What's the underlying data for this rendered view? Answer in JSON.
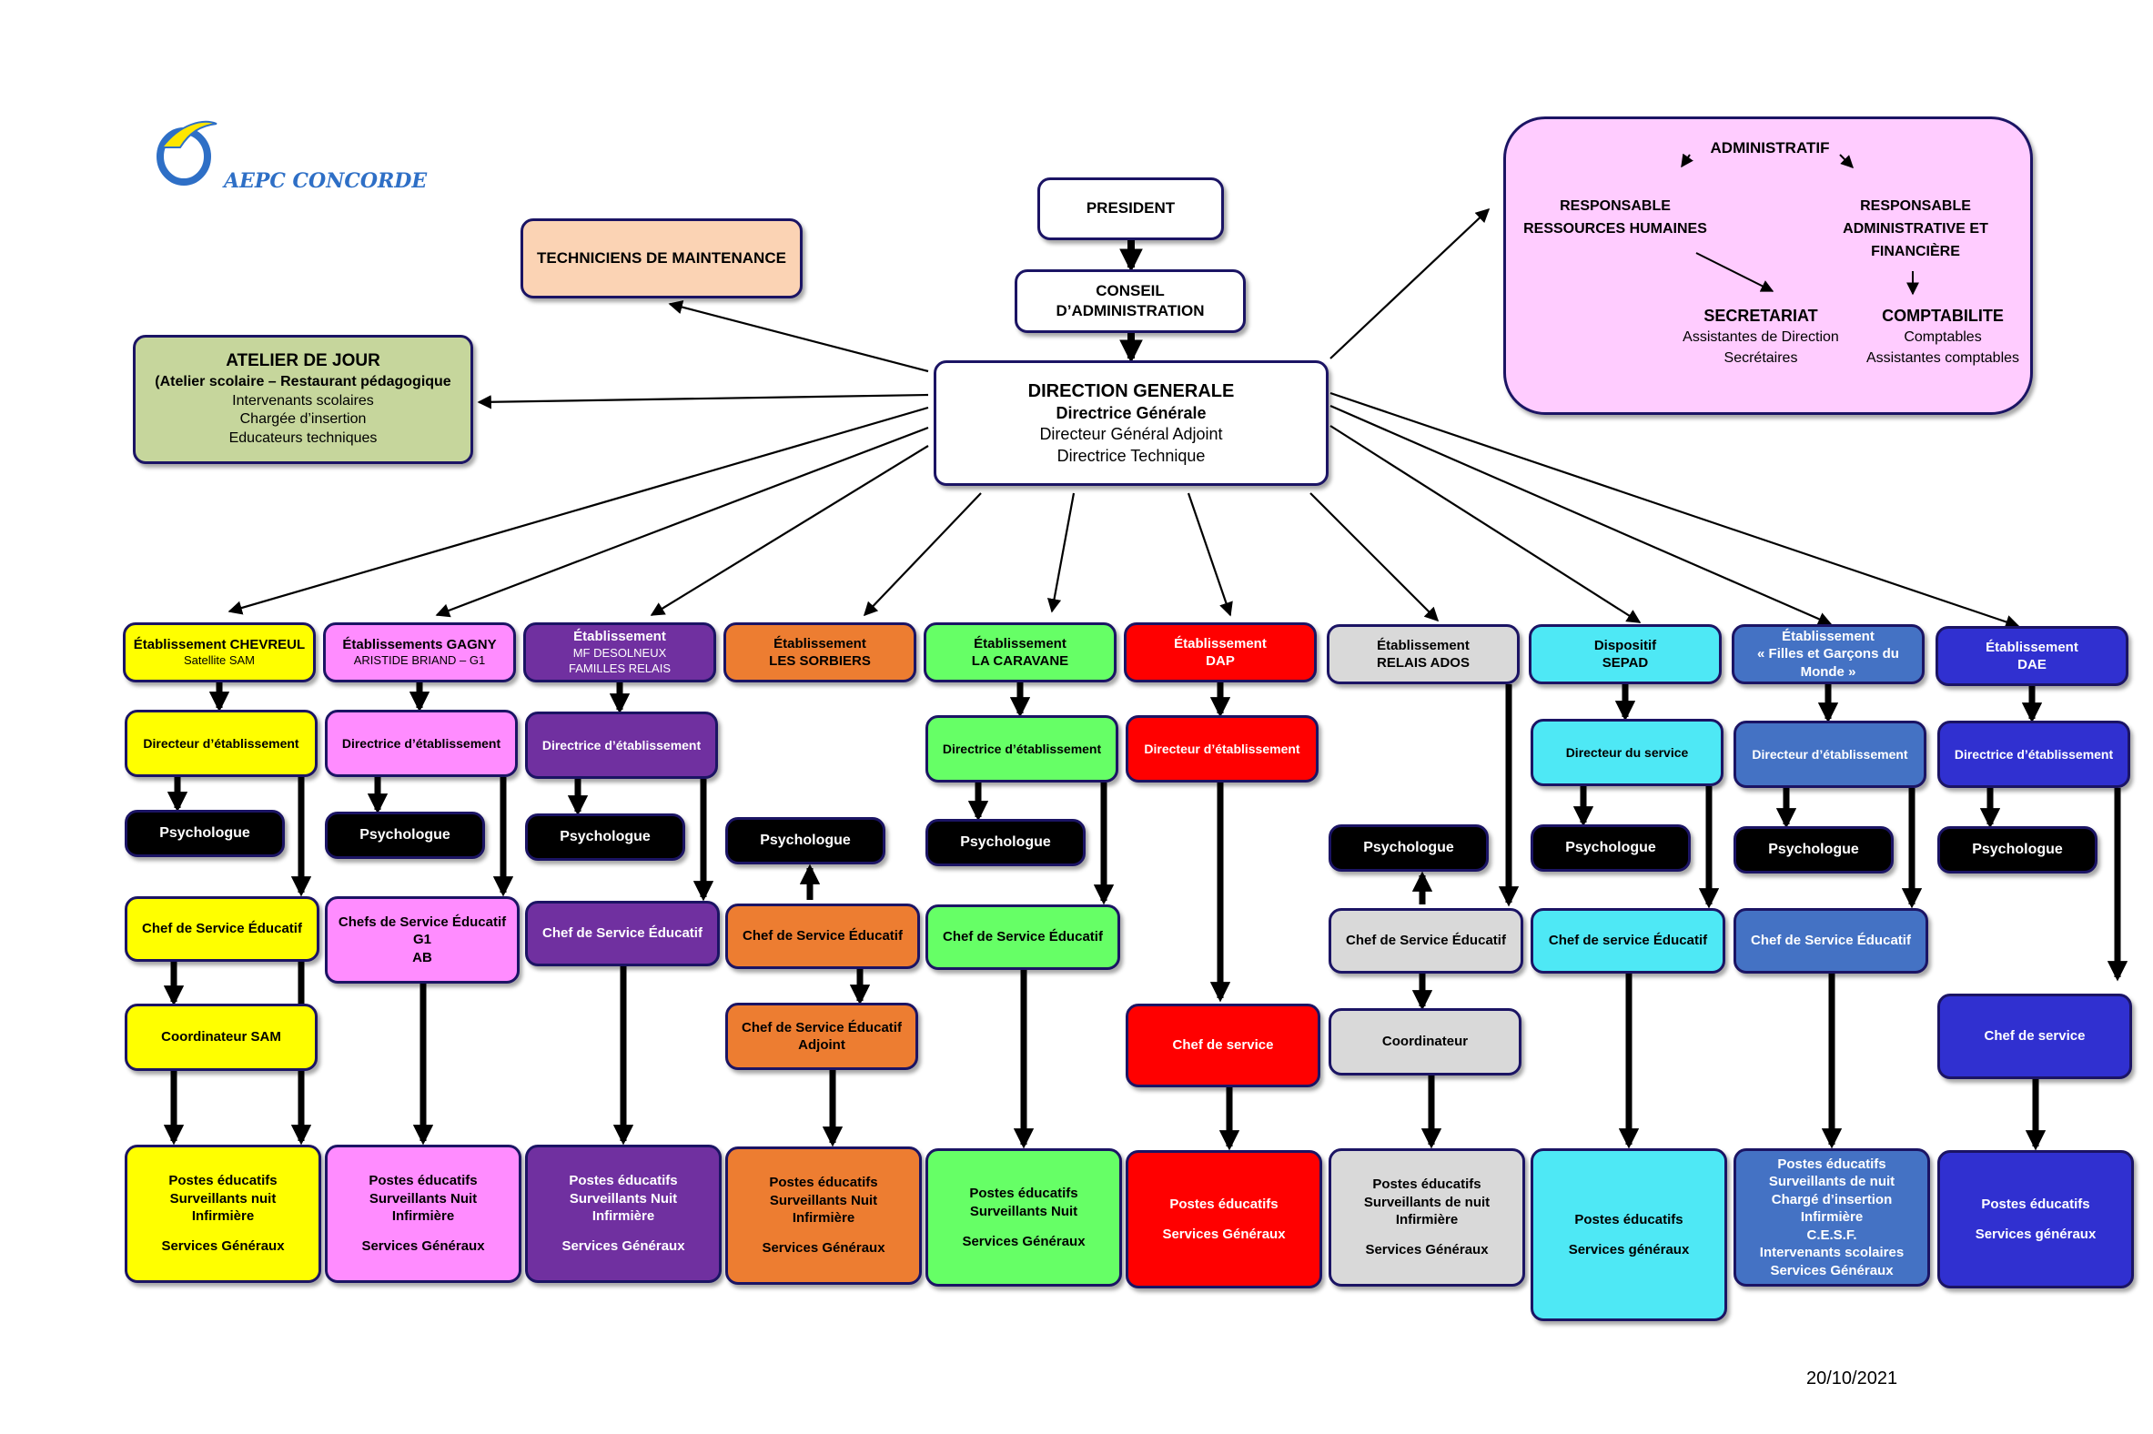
{
  "logo": {
    "text": "AEPC CONCORDE"
  },
  "date": "20/10/2021",
  "top": {
    "president": "PRESIDENT",
    "conseil": [
      "CONSEIL",
      "D’ADMINISTRATION"
    ],
    "direction": {
      "title": "DIRECTION GENERALE",
      "lines": [
        "Directrice Générale",
        "Directeur Général Adjoint",
        "Directrice Technique"
      ]
    },
    "techniciens": "TECHNICIENS DE MAINTENANCE",
    "atelier": {
      "title": "ATELIER DE JOUR",
      "subtitle": "(Atelier scolaire – Restaurant pédagogique",
      "lines": [
        "Intervenants scolaires",
        "Chargée d’insertion",
        "Educateurs techniques"
      ]
    },
    "administratif": {
      "title": "ADMINISTRATIF",
      "rh": [
        "RESPONSABLE",
        "RESSOURCES HUMAINES"
      ],
      "raf": [
        "RESPONSABLE",
        "ADMINISTRATIVE ET",
        "FINANCIÈRE"
      ],
      "secretariat": {
        "title": "SECRETARIAT",
        "lines": [
          "Assistantes de Direction",
          "Secrétaires"
        ]
      },
      "comptabilite": {
        "title": "COMPTABILITE",
        "lines": [
          "Comptables",
          "Assistantes comptables"
        ]
      }
    }
  },
  "columns": [
    {
      "color": "#ffff00",
      "header": [
        "Établissement CHEVREUL",
        "Satellite SAM"
      ],
      "director": "Directeur d’établissement",
      "psy": "Psychologue",
      "chef": [
        "Chef de Service Éducatif"
      ],
      "extra": [
        "Coordinateur SAM"
      ],
      "postes": [
        "Postes éducatifs",
        "Surveillants nuit",
        "Infirmière",
        "",
        "Services Généraux"
      ]
    },
    {
      "color": "#ff8cff",
      "header": [
        "Établissements GAGNY",
        "ARISTIDE BRIAND – G1"
      ],
      "director": "Directrice d’établissement",
      "psy": "Psychologue",
      "chef": [
        "Chefs de Service Éducatif",
        "G1",
        "AB"
      ],
      "postes": [
        "Postes éducatifs",
        "Surveillants Nuit",
        "Infirmière",
        "",
        "Services Généraux"
      ]
    },
    {
      "color": "#7030a0",
      "header": [
        "Établissement",
        "MF DESOLNEUX",
        "FAMILLES RELAIS"
      ],
      "director": "Directrice d’établissement",
      "psy": "Psychologue",
      "chef": [
        "Chef de Service Éducatif"
      ],
      "postes": [
        "Postes éducatifs",
        "Surveillants Nuit",
        "Infirmière",
        "",
        "Services Généraux"
      ]
    },
    {
      "color": "#ed7d31",
      "header": [
        "Établissement",
        "LES SORBIERS"
      ],
      "psy": "Psychologue",
      "chef": [
        "Chef de Service Éducatif"
      ],
      "extra": [
        "Chef de Service Éducatif",
        "Adjoint"
      ],
      "postes": [
        "Postes éducatifs",
        "Surveillants Nuit",
        "Infirmière",
        "",
        "Services Généraux"
      ]
    },
    {
      "color": "#66ff66",
      "header": [
        "Établissement",
        "LA CARAVANE"
      ],
      "director": "Directrice d’établissement",
      "psy": "Psychologue",
      "chef": [
        "Chef de Service Éducatif"
      ],
      "postes": [
        "Postes éducatifs",
        "Surveillants Nuit",
        "",
        "Services Généraux"
      ]
    },
    {
      "color": "#ff0000",
      "header": [
        "Établissement",
        "DAP"
      ],
      "director": "Directeur d’établissement",
      "chef": [
        "Chef de service"
      ],
      "postes": [
        "Postes éducatifs",
        "",
        "Services Généraux"
      ]
    },
    {
      "color": "#d9d9d9",
      "header": [
        "Établissement",
        "RELAIS ADOS"
      ],
      "psy": "Psychologue",
      "chef": [
        "Chef de Service Éducatif"
      ],
      "extra": [
        "Coordinateur"
      ],
      "postes": [
        "Postes éducatifs",
        "Surveillants de nuit",
        "Infirmière",
        "",
        "Services Généraux"
      ]
    },
    {
      "color": "#4ee8f5",
      "header": [
        "Dispositif",
        "SEPAD"
      ],
      "director": "Directeur du service",
      "psy": "Psychologue",
      "chef": [
        "Chef de service Éducatif"
      ],
      "postes": [
        "Postes éducatifs",
        "",
        "Services généraux"
      ]
    },
    {
      "color": "#4472c4",
      "header": [
        "Établissement",
        "« Filles et Garçons du",
        "Monde »"
      ],
      "director": "Directeur d’établissement",
      "psy": "Psychologue",
      "chef": [
        "Chef de Service Éducatif"
      ],
      "postes": [
        "Postes éducatifs",
        "Surveillants de nuit",
        "Chargé d’insertion",
        "Infirmière",
        "C.E.S.F.",
        "Intervenants scolaires",
        "Services Généraux"
      ]
    },
    {
      "color": "#3030d0",
      "header": [
        "Établissement",
        "DAE"
      ],
      "director": "Directrice d’établissement",
      "psy": "Psychologue",
      "chef": [
        "Chef de service"
      ],
      "postes": [
        "Postes éducatifs",
        "",
        "Services généraux"
      ]
    }
  ]
}
